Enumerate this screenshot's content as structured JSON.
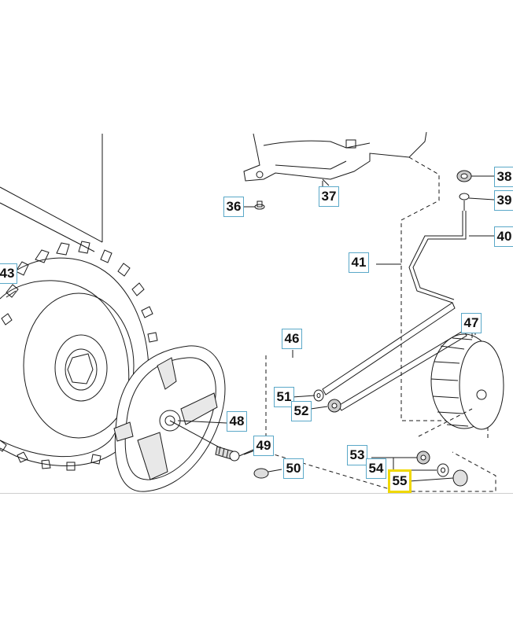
{
  "callouts": {
    "c36": "36",
    "c37": "37",
    "c38": "38",
    "c39": "39",
    "c40": "40",
    "c41": "41",
    "c43": "43",
    "c46": "46",
    "c47": "47",
    "c48": "48",
    "c49": "49",
    "c50": "50",
    "c51": "51",
    "c52": "52",
    "c53": "53",
    "c54": "54",
    "c55": "55"
  },
  "highlighted_part": "55",
  "colors": {
    "callout_border": "#5aa8c8",
    "highlight_border": "#f0d800",
    "line_art": "#1a1a1a"
  }
}
